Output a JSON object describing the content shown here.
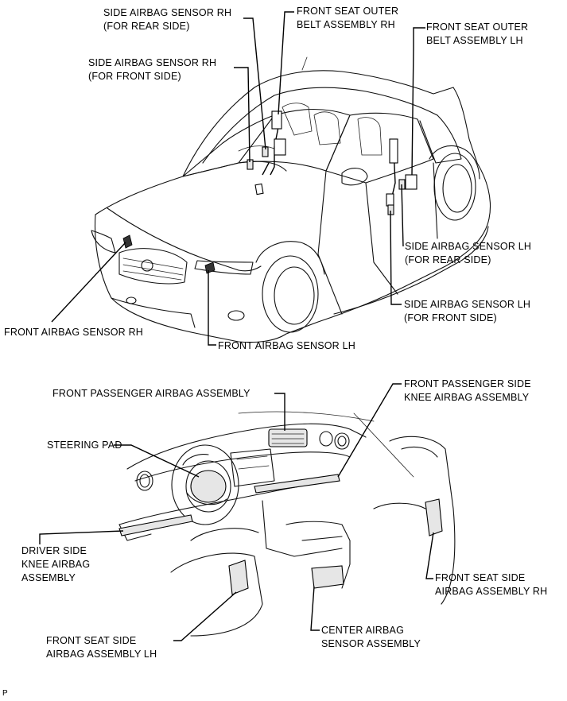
{
  "labels": {
    "side_airbag_sensor_rh_rear_1": "SIDE AIRBAG SENSOR RH",
    "side_airbag_sensor_rh_rear_2": "(FOR REAR SIDE)",
    "side_airbag_sensor_rh_front_1": "SIDE AIRBAG SENSOR RH",
    "side_airbag_sensor_rh_front_2": "(FOR FRONT SIDE)",
    "front_seat_outer_belt_rh_1": "FRONT SEAT OUTER",
    "front_seat_outer_belt_rh_2": "BELT ASSEMBLY RH",
    "front_seat_outer_belt_lh_1": "FRONT SEAT OUTER",
    "front_seat_outer_belt_lh_2": "BELT ASSEMBLY LH",
    "side_airbag_sensor_lh_rear_1": "SIDE AIRBAG SENSOR LH",
    "side_airbag_sensor_lh_rear_2": "(FOR REAR SIDE)",
    "side_airbag_sensor_lh_front_1": "SIDE AIRBAG SENSOR LH",
    "side_airbag_sensor_lh_front_2": "(FOR FRONT SIDE)",
    "front_airbag_sensor_rh": "FRONT AIRBAG SENSOR  RH",
    "front_airbag_sensor_lh": "FRONT AIRBAG SENSOR LH",
    "front_passenger_airbag_assembly": "FRONT PASSENGER AIRBAG ASSEMBLY",
    "front_passenger_side_knee_1": "FRONT PASSENGER SIDE",
    "front_passenger_side_knee_2": "KNEE AIRBAG ASSEMBLY",
    "steering_pad": "STEERING PAD",
    "driver_side_knee_1": "DRIVER SIDE",
    "driver_side_knee_2": "KNEE AIRBAG",
    "driver_side_knee_3": "ASSEMBLY",
    "front_seat_side_rh_1": "FRONT SEAT SIDE",
    "front_seat_side_rh_2": "AIRBAG ASSEMBLY RH",
    "front_seat_side_lh_1": "FRONT SEAT SIDE",
    "front_seat_side_lh_2": "AIRBAG ASSEMBLY LH",
    "center_airbag_sensor_1": "CENTER AIRBAG",
    "center_airbag_sensor_2": "SENSOR ASSEMBLY",
    "corner_mark": "P"
  }
}
